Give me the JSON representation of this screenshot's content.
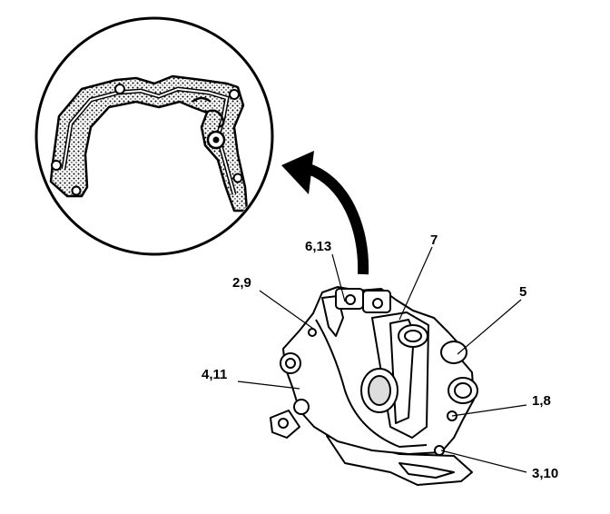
{
  "diagram": {
    "callouts": [
      {
        "id": "c-6-13",
        "label": "6,13"
      },
      {
        "id": "c-7",
        "label": "7"
      },
      {
        "id": "c-5",
        "label": "5"
      },
      {
        "id": "c-2-9",
        "label": "2,9"
      },
      {
        "id": "c-4-11",
        "label": "4,11"
      },
      {
        "id": "c-1-8",
        "label": "1,8"
      },
      {
        "id": "c-3-10",
        "label": "3,10"
      }
    ]
  }
}
